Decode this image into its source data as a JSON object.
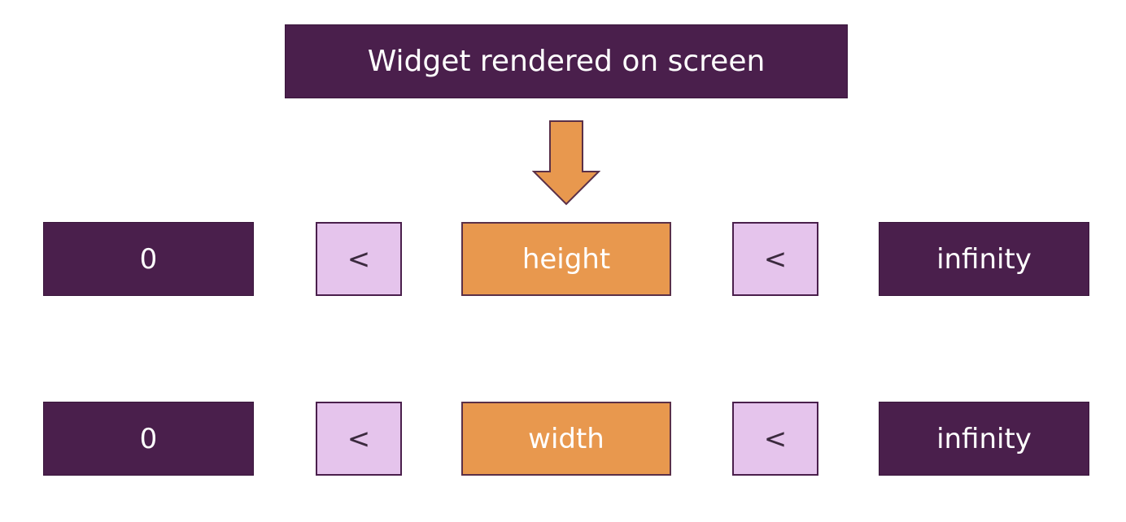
{
  "header": {
    "title": "Widget rendered on screen"
  },
  "arrow": {
    "icon": "down-arrow-icon",
    "color": "#e8984e",
    "outline": "#5a3048"
  },
  "rows": [
    {
      "min": "0",
      "lt_left": "<",
      "dimension": "height",
      "lt_right": "<",
      "max": "infinity"
    },
    {
      "min": "0",
      "lt_left": "<",
      "dimension": "width",
      "lt_right": "<",
      "max": "infinity"
    }
  ],
  "colors": {
    "dark_purple": "#4a1f4c",
    "light_purple": "#e5c4ec",
    "orange": "#e8984e"
  }
}
